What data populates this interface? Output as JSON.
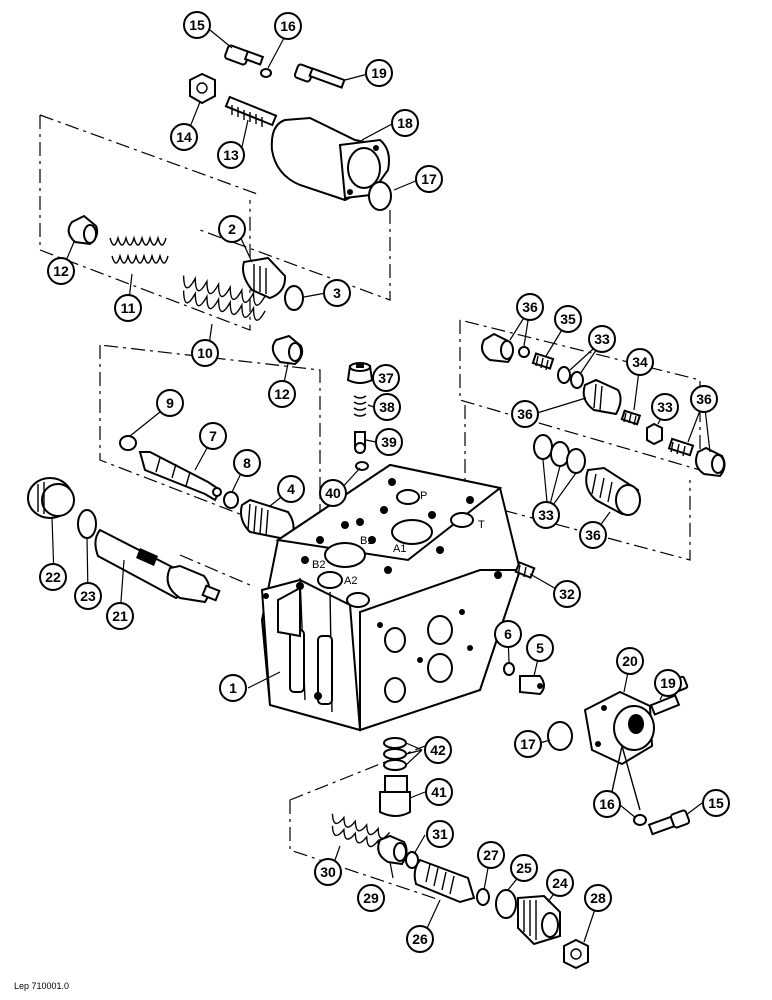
{
  "diagram": {
    "reference_code": "Lep 710001.0",
    "port_labels": [
      "P",
      "T",
      "B1",
      "A1",
      "B2",
      "A2"
    ],
    "callouts": [
      "15",
      "16",
      "19",
      "14",
      "13",
      "18",
      "17",
      "2",
      "3",
      "12",
      "11",
      "10",
      "12",
      "36",
      "35",
      "33",
      "34",
      "33",
      "36",
      "37",
      "38",
      "39",
      "36",
      "9",
      "7",
      "8",
      "4",
      "40",
      "33",
      "36",
      "22",
      "23",
      "21",
      "32",
      "6",
      "5",
      "1",
      "20",
      "19",
      "17",
      "42",
      "41",
      "16",
      "15",
      "31",
      "27",
      "25",
      "24",
      "28",
      "30",
      "29",
      "26"
    ]
  }
}
